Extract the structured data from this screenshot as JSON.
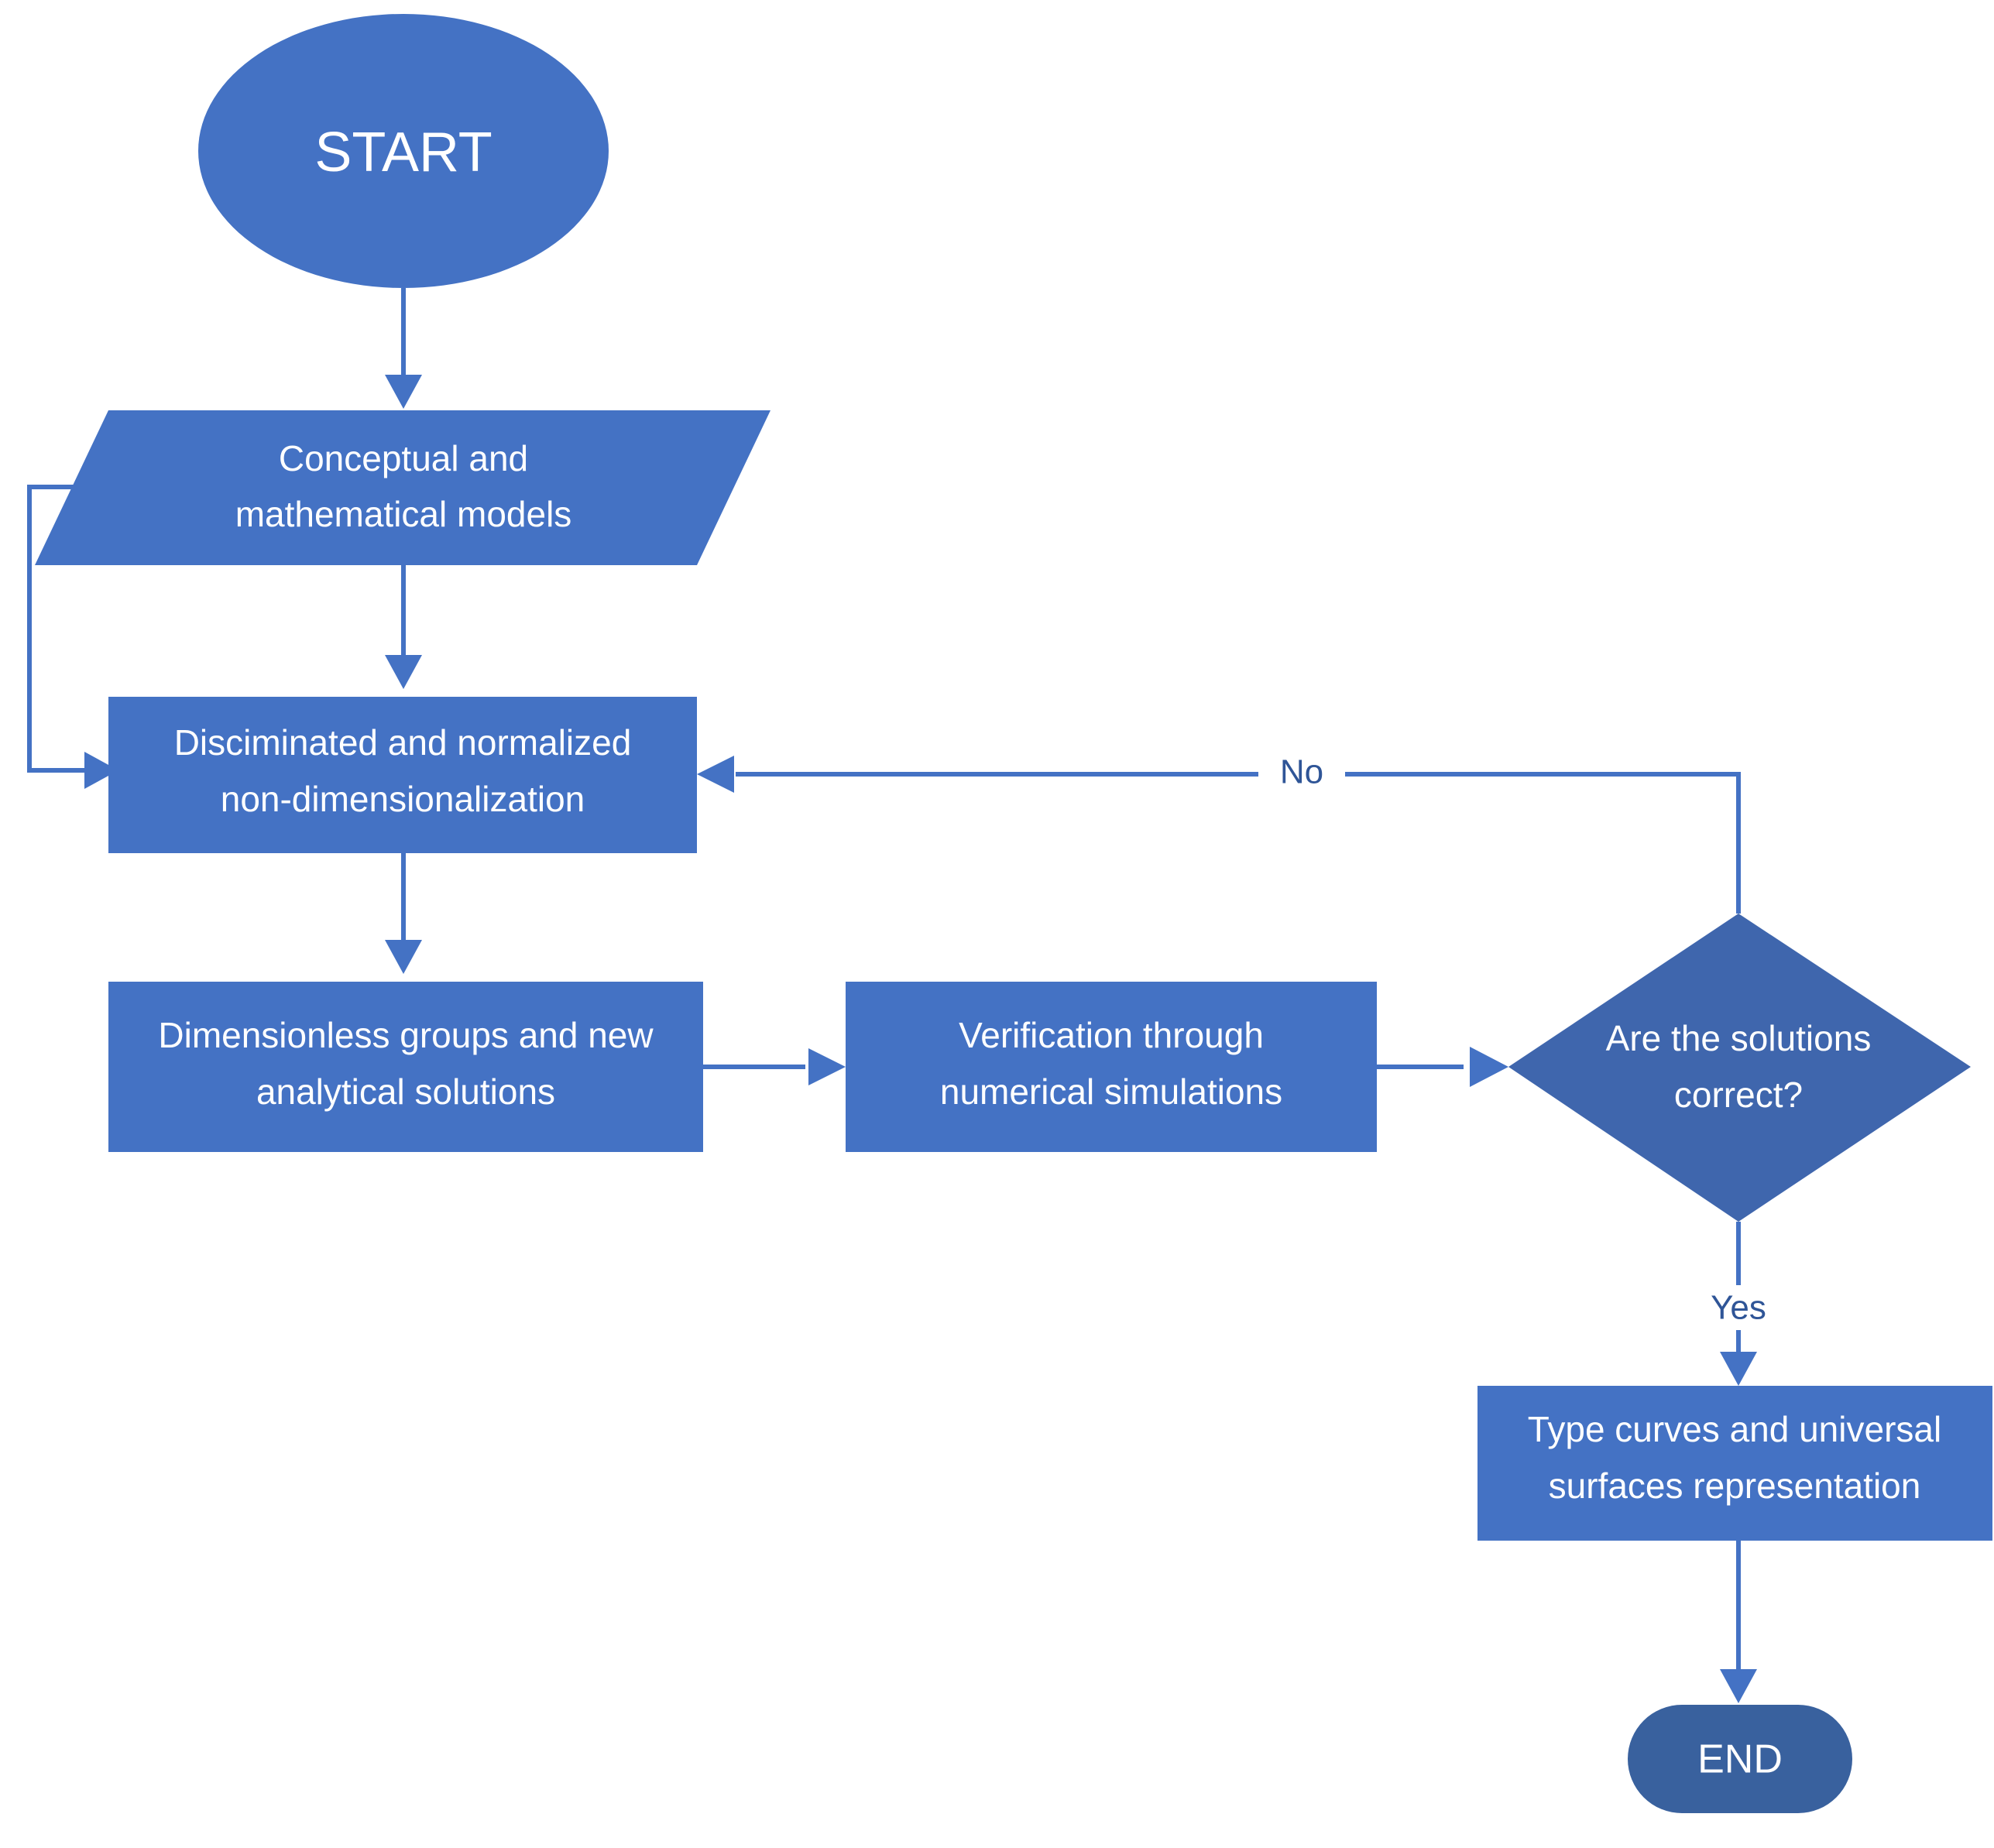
{
  "diagram": {
    "type": "flowchart",
    "title": "",
    "colors": {
      "process_fill": "#4472C4",
      "decision_fill": "#3F66AD",
      "end_fill": "#39619E",
      "start_fill": "#4472C4",
      "connector": "#4472C4",
      "label_text": "#2F5597",
      "node_text": "#FFFFFF",
      "background": "#FFFFFF"
    },
    "nodes": [
      {
        "id": "start",
        "shape": "ellipse",
        "label": "START",
        "lines": [
          "START"
        ]
      },
      {
        "id": "models",
        "shape": "parallelogram",
        "label": "Conceptual and mathematical models",
        "lines": [
          "Conceptual and",
          "mathematical models"
        ]
      },
      {
        "id": "nondim",
        "shape": "rectangle",
        "label": "Disciminated and normalized non-dimensionalization",
        "lines": [
          "Disciminated and normalized",
          "non-dimensionalization"
        ]
      },
      {
        "id": "groups",
        "shape": "rectangle",
        "label": "Dimensionless groups and new analytical solutions",
        "lines": [
          "Dimensionless groups and new",
          "analytical solutions"
        ]
      },
      {
        "id": "verify",
        "shape": "rectangle",
        "label": "Verification through numerical simulations",
        "lines": [
          "Verification through",
          "numerical simulations"
        ]
      },
      {
        "id": "decision",
        "shape": "diamond",
        "label": "Are the solutions correct?",
        "lines": [
          "Are the solutions",
          "correct?"
        ]
      },
      {
        "id": "typecurves",
        "shape": "rectangle",
        "label": "Type curves and universal surfaces representation",
        "lines": [
          "Type curves and universal",
          "surfaces representation"
        ]
      },
      {
        "id": "end",
        "shape": "rounded-rectangle",
        "label": "END",
        "lines": [
          "END"
        ]
      }
    ],
    "edges": [
      {
        "id": "e1",
        "from": "start",
        "to": "models",
        "label": ""
      },
      {
        "id": "e2",
        "from": "models",
        "to": "nondim",
        "label": ""
      },
      {
        "id": "e3",
        "from": "models",
        "to": "nondim",
        "label": "",
        "note": "left feedback loop"
      },
      {
        "id": "e4",
        "from": "nondim",
        "to": "groups",
        "label": ""
      },
      {
        "id": "e5",
        "from": "groups",
        "to": "verify",
        "label": ""
      },
      {
        "id": "e6",
        "from": "verify",
        "to": "decision",
        "label": ""
      },
      {
        "id": "e7",
        "from": "decision",
        "to": "nondim",
        "label": "No"
      },
      {
        "id": "e8",
        "from": "decision",
        "to": "typecurves",
        "label": "Yes"
      },
      {
        "id": "e9",
        "from": "typecurves",
        "to": "end",
        "label": ""
      }
    ],
    "edge_labels": {
      "no": "No",
      "yes": "Yes"
    }
  }
}
